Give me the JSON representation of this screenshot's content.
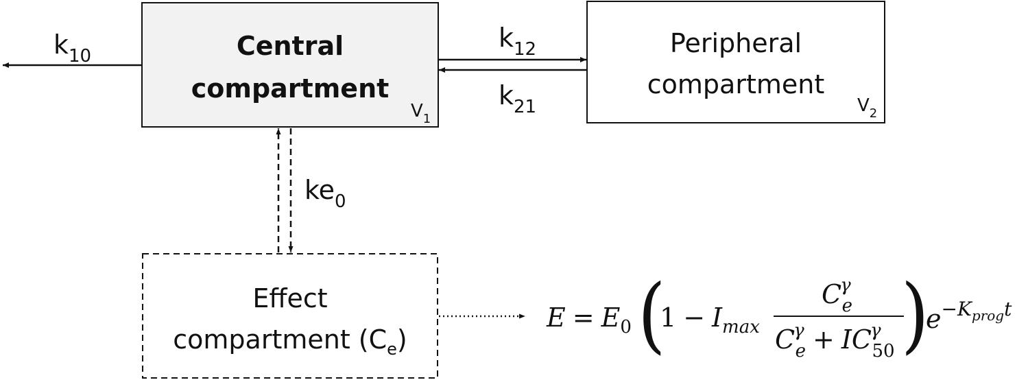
{
  "compartments": {
    "central": {
      "line1": "Central",
      "line2": "compartment",
      "volume_base": "V",
      "volume_sub": "1"
    },
    "peripheral": {
      "line1": "Peripheral",
      "line2": "compartment",
      "volume_base": "V",
      "volume_sub": "2"
    },
    "effect": {
      "line1": "Effect",
      "line2_prefix": "compartment (C",
      "line2_sub": "e",
      "line2_suffix": ")"
    }
  },
  "rates": {
    "k10": {
      "base": "k",
      "sub": "10"
    },
    "k12": {
      "base": "k",
      "sub": "12"
    },
    "k21": {
      "base": "k",
      "sub": "21"
    },
    "ke0": {
      "base": "ke",
      "sub": "0"
    }
  },
  "equation": {
    "E": "E",
    "eq": "=",
    "E0_base": "E",
    "E0_sub": "0",
    "lparen": "(",
    "rparen": ")",
    "one": "1",
    "minus": "−",
    "I": "I",
    "max": "max",
    "C": "C",
    "e_sub": "e",
    "gamma": "γ",
    "plus": "+",
    "IC": "IC",
    "fifty": "50",
    "exp_base": "e",
    "exp_minus": "−",
    "K": "K",
    "prog": "prog",
    "t": "t"
  },
  "colors": {
    "central_fill": "#f2f2f2",
    "stroke": "#111111"
  }
}
